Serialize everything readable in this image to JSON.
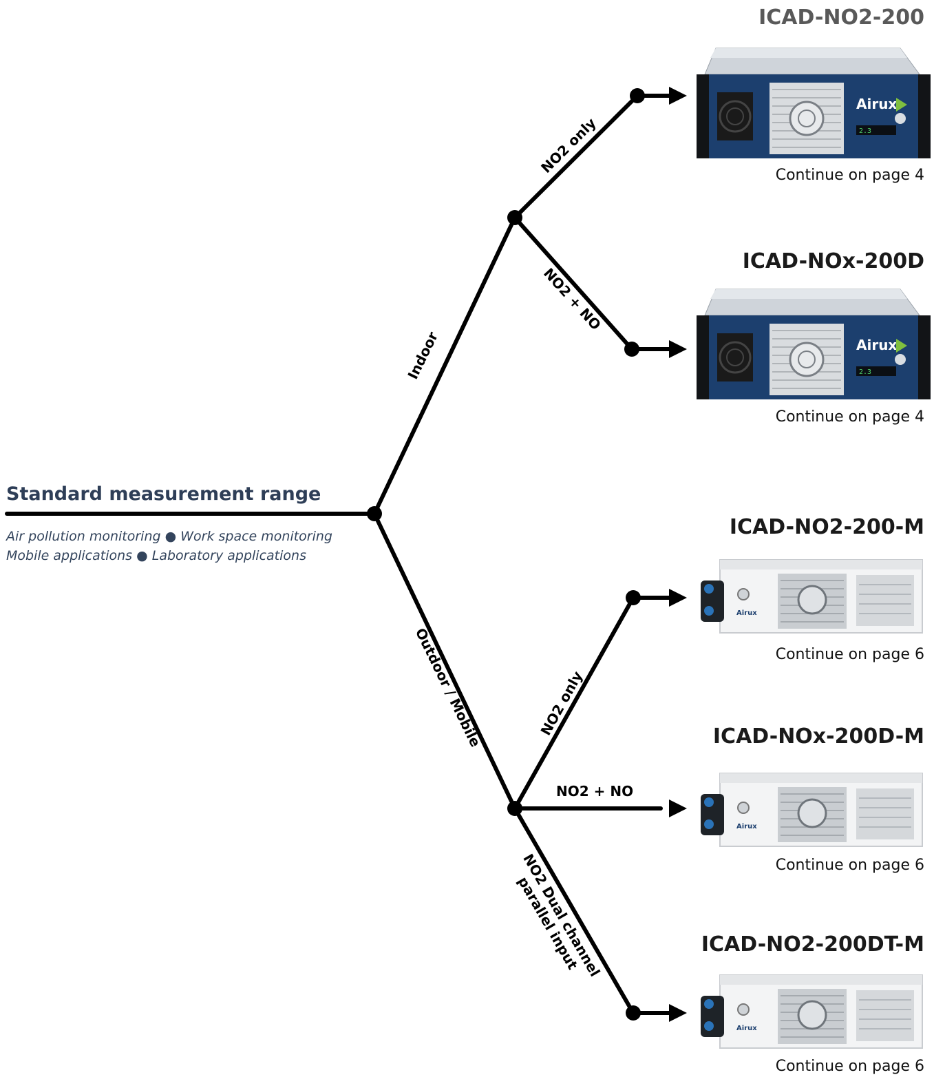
{
  "root": {
    "title": "Standard measurement range",
    "subtitle_line1": "Air pollution monitoring ● Work space monitoring",
    "subtitle_line2": "Mobile applications ● Laboratory applications"
  },
  "branches": {
    "indoor": "Indoor",
    "outdoor": "Outdoor / Mobile",
    "indoor_no2_only": "NO2 only",
    "indoor_no2_no": "NO2 + NO",
    "outdoor_no2_only": "NO2 only",
    "outdoor_no2_no": "NO2 + NO",
    "outdoor_dual_line1": "NO2 Dual channel",
    "outdoor_dual_line2": "parallel input"
  },
  "products": [
    {
      "name": "ICAD-NO2-200",
      "continue": "Continue on page 4",
      "device": "rack-unit-blue",
      "brand": "AirUX"
    },
    {
      "name": "ICAD-NOx-200D",
      "continue": "Continue on page 4",
      "device": "rack-unit-blue",
      "brand": "AirUX"
    },
    {
      "name": "ICAD-NO2-200-M",
      "continue": "Continue on page 6",
      "device": "mobile-unit-white",
      "brand": "AirUX"
    },
    {
      "name": "ICAD-NOx-200D-M",
      "continue": "Continue on page 6",
      "device": "mobile-unit-white",
      "brand": "AirUX"
    },
    {
      "name": "ICAD-NO2-200DT-M",
      "continue": "Continue on page 6",
      "device": "mobile-unit-white",
      "brand": "AirUX"
    }
  ]
}
